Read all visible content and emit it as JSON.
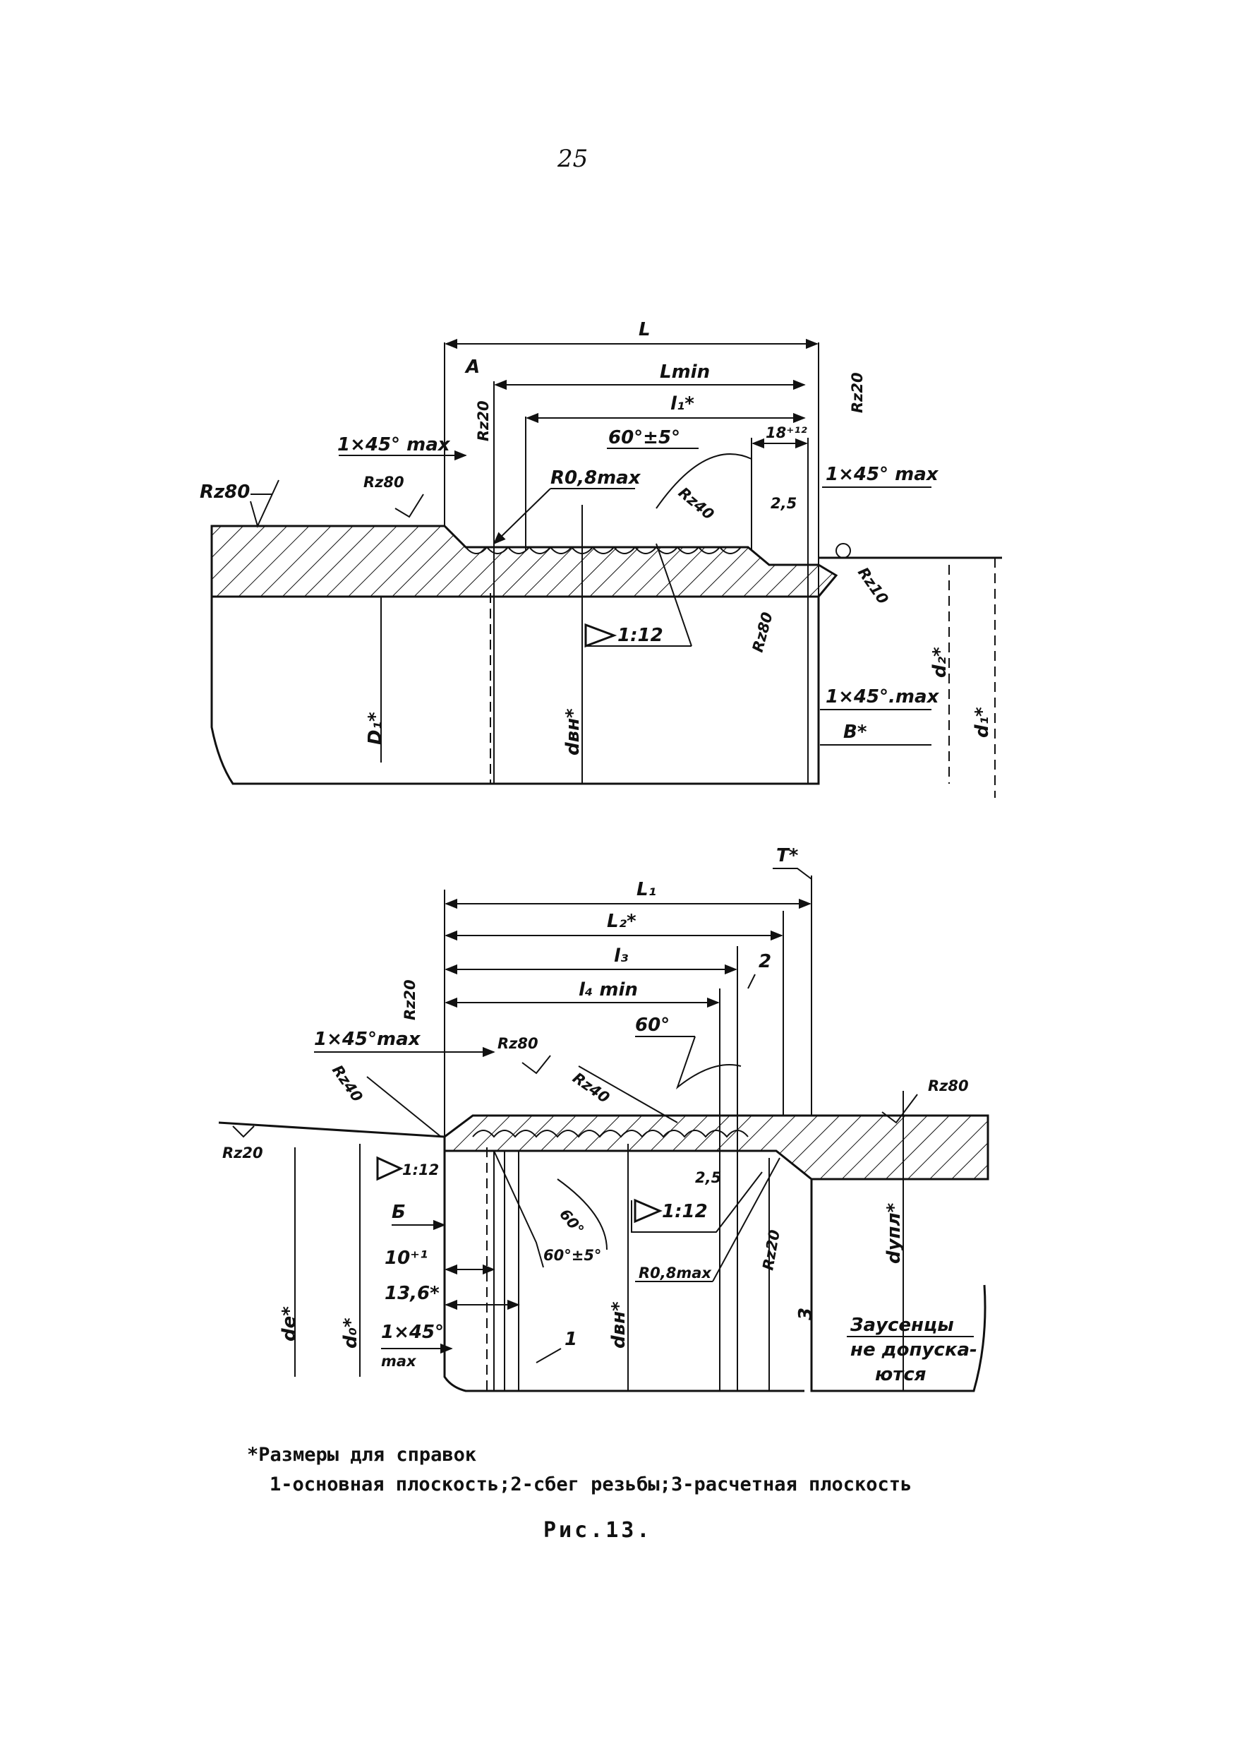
{
  "page": {
    "number": "25"
  },
  "figure_top": {
    "dims": {
      "L": "L",
      "A": "A",
      "Lmin": "Lmin",
      "l1": "l₁*",
      "angle": "60°±5°",
      "dim18": "18⁺¹²",
      "chamfer_left": "1×45° max",
      "chamfer_right": "1×45° max",
      "chamfer_bottom": "1×45°.max",
      "dim25": "2,5",
      "B": "B*",
      "radius": "R0,8max",
      "taper": "1:12",
      "D1": "D₁*",
      "dbu": "dвн*",
      "d2": "d₂*",
      "d1": "d₁*"
    },
    "roughness": {
      "rz80_left": "Rz80",
      "rz80_upper": "Rz80",
      "rz20_a": "Rz20",
      "rz20_right": "Rz20",
      "rz40": "Rz40",
      "rz10": "Rz10",
      "rz80_bottom": "Rz80"
    }
  },
  "figure_bottom": {
    "dims": {
      "T": "T*",
      "L1": "L₁",
      "L2": "L₂*",
      "l3": "l₃",
      "l4min": "l₄ min",
      "callout2": "2",
      "angle60": "60°",
      "chamfer_top": "1×45°max",
      "taper_left": "1:12",
      "taper_right": "1:12",
      "B": "Б",
      "dim10": "10⁺¹",
      "dim136": "13,6*",
      "chamfer_bottom": "1×45°",
      "chamfer_bottom_max": "max",
      "angle_inner": "60°",
      "angle_pm": "60°±5°",
      "radius": "R0,8max",
      "dim25": "2,5",
      "callout1": "1",
      "callout3": "3",
      "de": "dе*",
      "d0": "d₀*",
      "dbu": "dвн*",
      "dup": "dупл*",
      "burrs": [
        "Заусенцы",
        "не допуска-",
        "ются"
      ]
    },
    "roughness": {
      "rz20_top": "Rz20",
      "rz40_left": "Rz40",
      "rz80_mid": "Rz80",
      "rz40_mid": "Rz40",
      "rz80_right": "Rz80",
      "rz20_left": "Rz20",
      "rz20_inner": "Rz20"
    }
  },
  "notes": {
    "reference": "*Размеры для справок",
    "legend": "1-основная плоскость;2-сбег резьбы;3-расчетная плоскость"
  },
  "caption": "Рис.13."
}
